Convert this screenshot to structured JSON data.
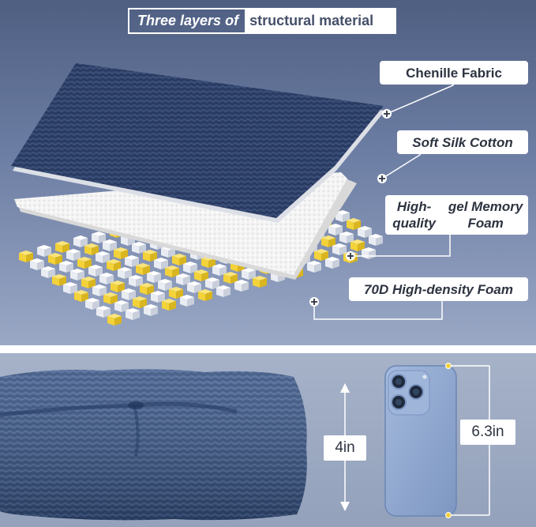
{
  "title": {
    "part1": "Three layers of",
    "part2": "structural material"
  },
  "layers": {
    "chenille": "Chenille Fabric",
    "cotton": "Soft Silk Cotton",
    "memory_line1": "High-quality",
    "memory_line2": "gel Memory Foam",
    "foam": "70D High-density Foam"
  },
  "dimensions": {
    "cushion_height": "4in",
    "phone_height": "6.3in"
  },
  "colors": {
    "background_top": "#5a6a8e",
    "background_bottom": "#9aa7bf",
    "fabric": "#2e4166",
    "cotton": "#f2f2f2",
    "foam_yellow": "#f3d23a",
    "foam_white": "#ffffff",
    "phone": "#8ea6cf"
  }
}
